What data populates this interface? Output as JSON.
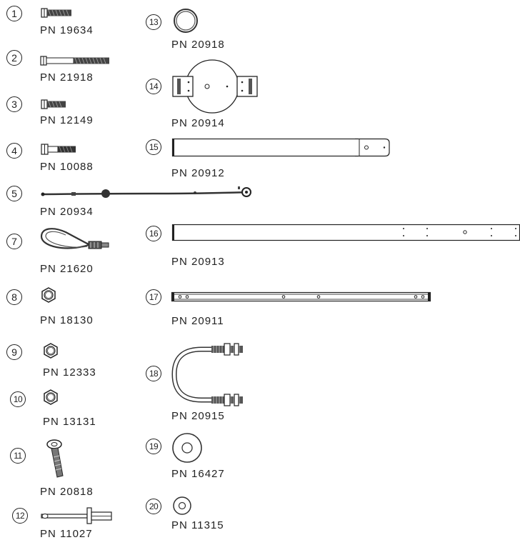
{
  "parts": [
    {
      "num": "1",
      "pn": "PN 19634",
      "icon": "short-bolt"
    },
    {
      "num": "2",
      "pn": "PN 21918",
      "icon": "long-bolt"
    },
    {
      "num": "3",
      "pn": "PN 12149",
      "icon": "short-bolt"
    },
    {
      "num": "4",
      "pn": "PN 10088",
      "icon": "short-bolt"
    },
    {
      "num": "5",
      "pn": "PN 20934",
      "icon": "cable-with-ferrules"
    },
    {
      "num": "7",
      "pn": "PN 21620",
      "icon": "cable-loop"
    },
    {
      "num": "8",
      "pn": "PN 18130",
      "icon": "hex-nut"
    },
    {
      "num": "9",
      "pn": "PN 12333",
      "icon": "hex-nut"
    },
    {
      "num": "10",
      "pn": "PN 13131",
      "icon": "hex-nut"
    },
    {
      "num": "11",
      "pn": "PN 20818",
      "icon": "eye-bolt"
    },
    {
      "num": "12",
      "pn": "PN 11027",
      "icon": "rivet"
    },
    {
      "num": "13",
      "pn": "PN 20918",
      "icon": "ring"
    },
    {
      "num": "14",
      "pn": "PN 20914",
      "icon": "disc-bracket"
    },
    {
      "num": "15",
      "pn": "PN 20912",
      "icon": "flat-strap"
    },
    {
      "num": "16",
      "pn": "PN 20913",
      "icon": "long-flat-bar"
    },
    {
      "num": "17",
      "pn": "PN 20911",
      "icon": "channel-bar"
    },
    {
      "num": "18",
      "pn": "PN 20915",
      "icon": "u-bolt"
    },
    {
      "num": "19",
      "pn": "PN 16427",
      "icon": "large-washer"
    },
    {
      "num": "20",
      "pn": "PN 11315",
      "icon": "small-washer"
    }
  ]
}
